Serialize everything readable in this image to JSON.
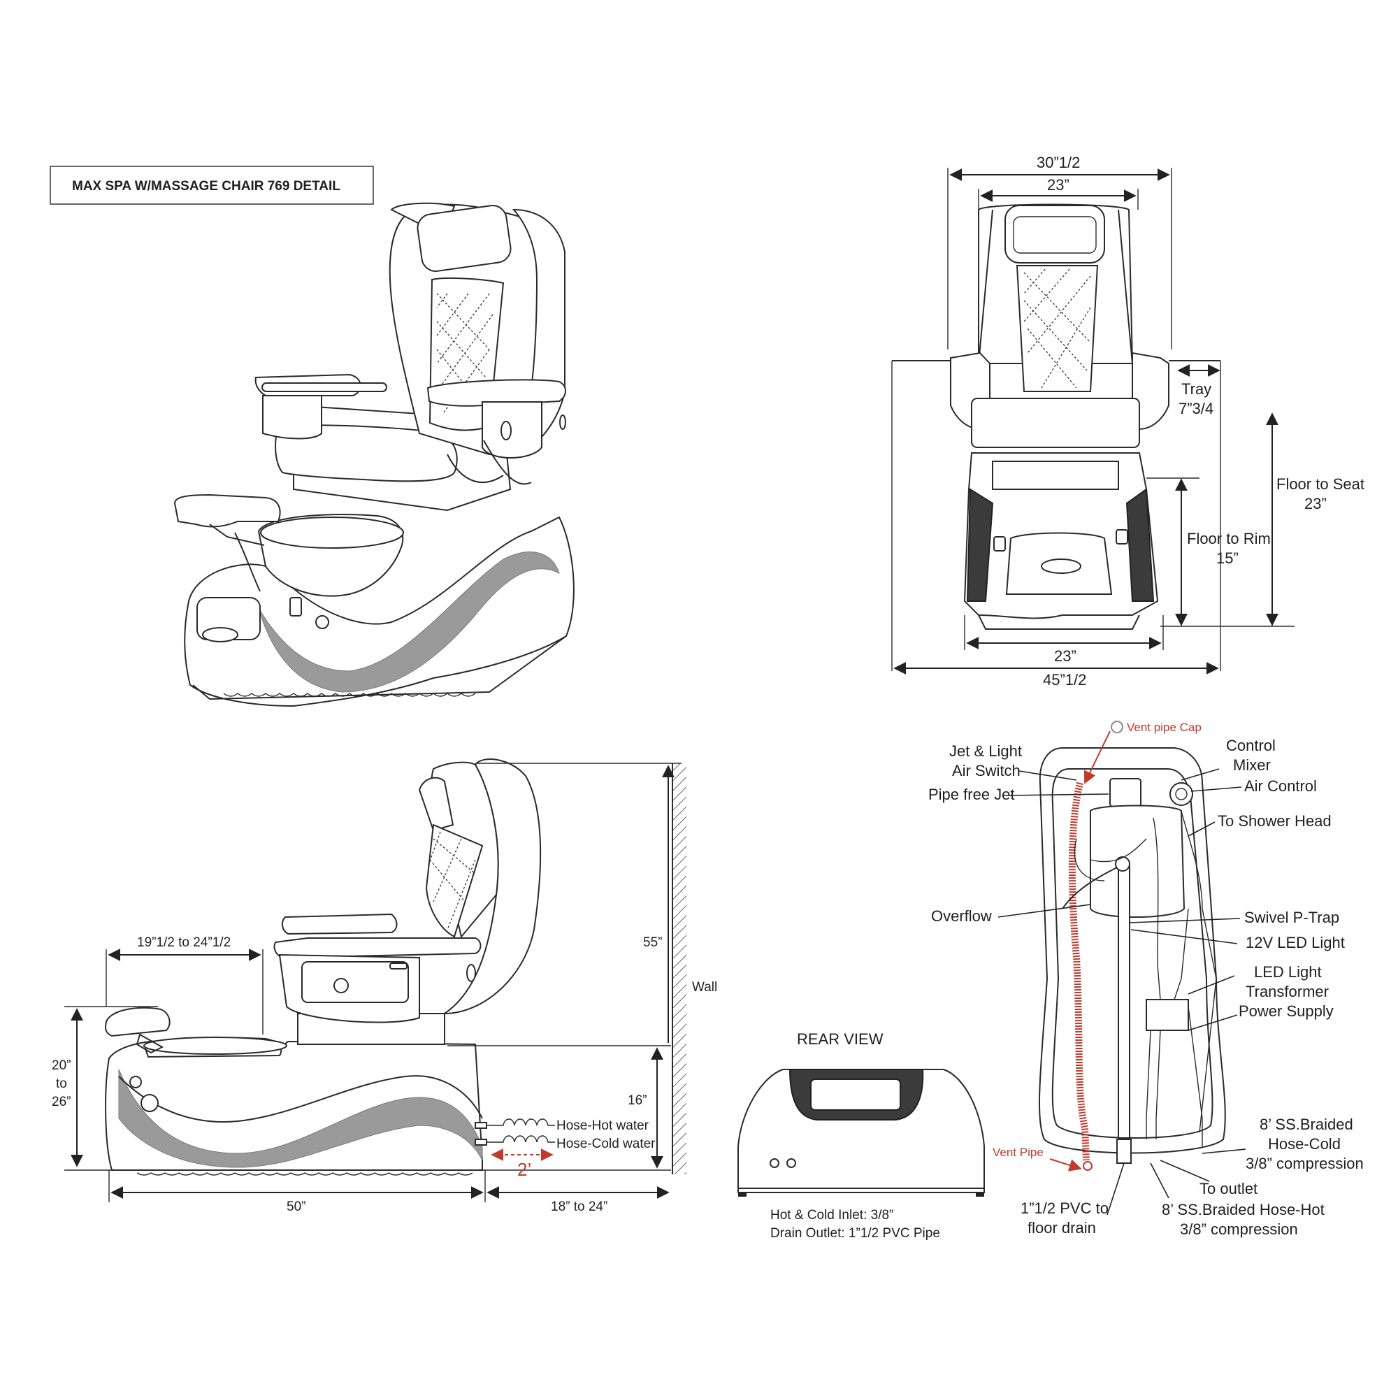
{
  "title": "MAX SPA  W/MASSAGE CHAIR 769 DETAIL",
  "front_view": {
    "overall_width": "30”1/2",
    "back_width": "23”",
    "tray_label": "Tray",
    "tray_value": "7”3/4",
    "floor_to_seat_label": "Floor to Seat",
    "floor_to_seat_value": "23”",
    "floor_to_rim_label": "Floor to Rim",
    "floor_to_rim_value": "15”",
    "base_width": "23”",
    "total_width": "45”1/2"
  },
  "side_view": {
    "footrest_range": "19”1/2 to 24”1/2",
    "height_total": "55”",
    "wall_label": "Wall",
    "footrest_height": "20”\nto\n26”",
    "base_height": "16”",
    "hose_hot": "Hose-Hot water",
    "hose_cold": "Hose-Cold water",
    "hose_clearance": "2’",
    "length": "50”",
    "wall_clearance": "18” to 24”"
  },
  "rear_view": {
    "title": "REAR VIEW",
    "inlet": "Hot & Cold Inlet: 3/8”",
    "drain": "Drain Outlet: 1”1/2 PVC Pipe"
  },
  "plumbing": {
    "vent_pipe_cap": "Vent pipe Cap",
    "jet_light_air_switch": "Jet & Light\nAir Switch",
    "pipe_free_jet": "Pipe free Jet",
    "control_mixer": "Control\nMixer",
    "air_control": "Air Control",
    "to_shower_head": "To Shower Head",
    "overflow": "Overflow",
    "swivel_ptrap": "Swivel P-Trap",
    "led_light_12v": "12V LED Light",
    "led_transformer": "LED Light\nTransformer\nPower Supply",
    "hose_cold_braided": "8’ SS.Braided\nHose-Cold\n3/8” compression",
    "vent_pipe": "Vent Pipe",
    "to_outlet": "To outlet",
    "pvc_drain": "1”1/2 PVC to\nfloor drain",
    "hose_hot_braided": "8’ SS.Braided Hose-Hot\n3/8” compression"
  },
  "colors": {
    "line": "#2a2a2a",
    "accent_red": "#c0392b",
    "shade": "#9a9a9a"
  }
}
